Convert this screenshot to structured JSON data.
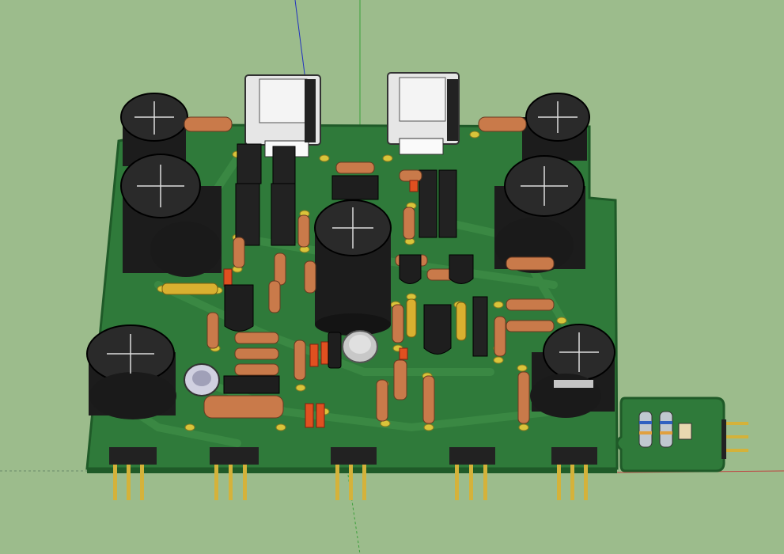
{
  "scene": {
    "background_color": "#9cbc8c",
    "board_color": "#2f7a3a",
    "board_edge_color": "#1f5a28",
    "pad_color": "#d9c43a",
    "capacitor_color": "#1c1c1c",
    "resistor_color": "#c97a4a",
    "transistor_color": "#222222",
    "heatsink_color": "#e6e6e6",
    "pin_color": "#d4b23a",
    "axis_colors": {
      "vertical": "#2030c0",
      "green": "#3aa03a",
      "red": "#c04040"
    }
  },
  "objects": {
    "electrolytic_capacitors": [
      "cap",
      "cap",
      "cap",
      "cap",
      "cap",
      "cap",
      "cap"
    ],
    "pin_header_groups": 6,
    "heatsinks": 2
  }
}
